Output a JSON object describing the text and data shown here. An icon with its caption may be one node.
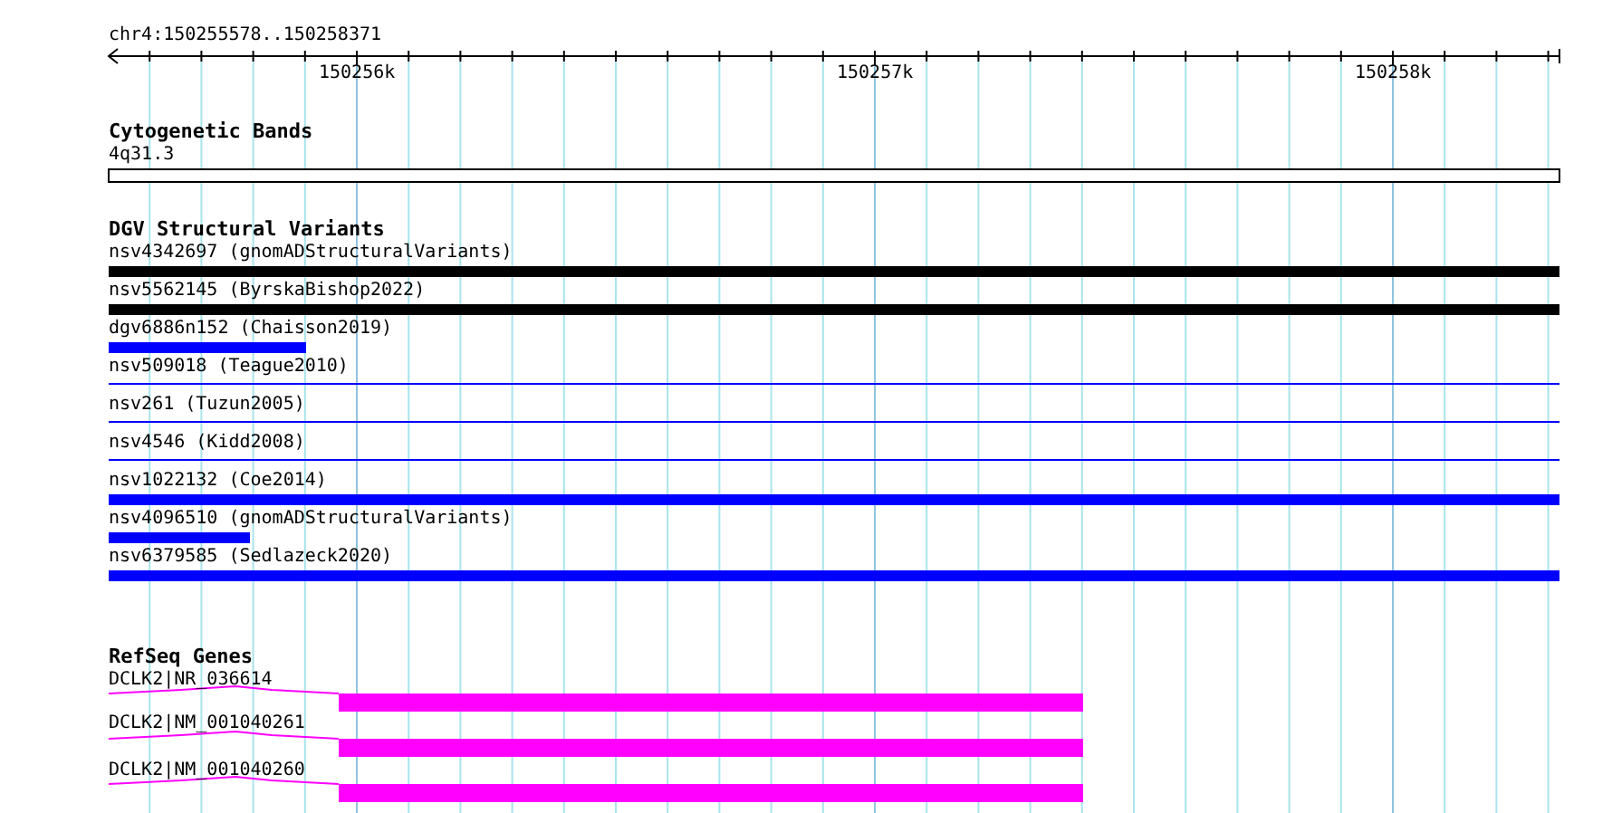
{
  "diagram": {
    "title": "chr4:150255578..150258371",
    "labels": [
      "150256k",
      "150257k",
      "150258k",
      "Cytogenetic Bands",
      "4q31.3",
      "DGV Structural Variants",
      "nsv4342697 (gnomADStructuralVariants)",
      "nsv5562145 (ByrskaBishop2022)",
      "dgv6886n152 (Chaisson2019)",
      "nsv509018 (Teague2010)",
      "nsv261 (Tuzun2005)",
      "nsv4546 (Kidd2008)",
      "nsv1022132 (Coe2014)",
      "nsv4096510 (gnomADStructuralVariants)",
      "nsv6379585 (Sedlazeck2020)",
      "RefSeq Genes",
      "DCLK2|NR_036614",
      "DCLK2|NM_001040261",
      "DCLK2|NM_001040260"
    ]
  }
}
